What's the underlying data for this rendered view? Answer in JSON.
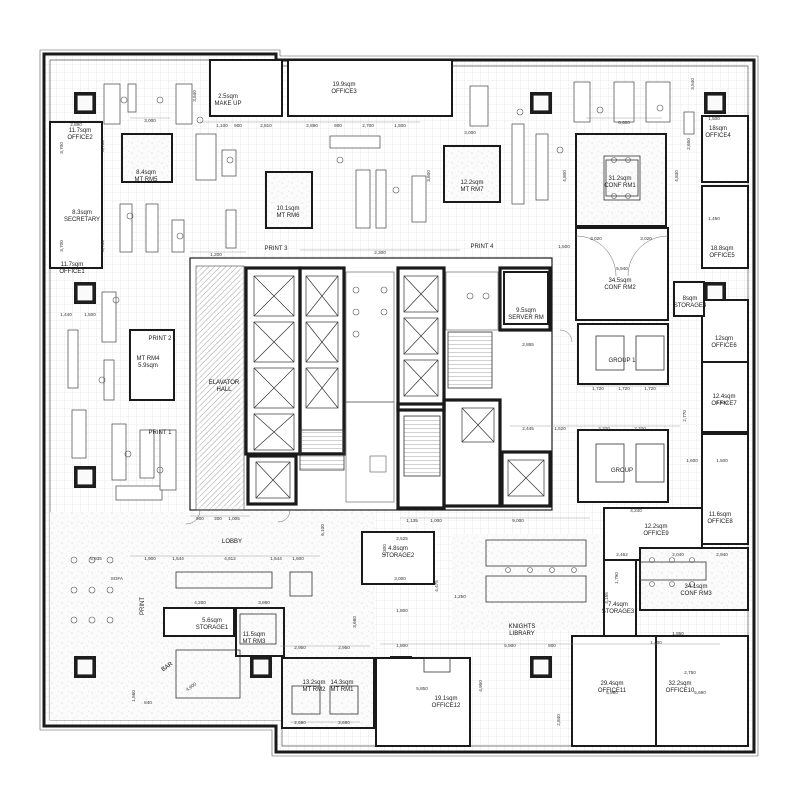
{
  "rooms": {
    "office1": [
      "11.7sqm",
      "OFFICE1"
    ],
    "office2": [
      "11.7sqm",
      "OFFICE2"
    ],
    "office3": [
      "19.9sqm",
      "OFFICE3"
    ],
    "office4": [
      "18sqm",
      "OFFICE4"
    ],
    "office5": [
      "18.8sqm",
      "OFFICE5"
    ],
    "office6": [
      "12sqm",
      "OFFICE6"
    ],
    "office7": [
      "12.4sqm",
      "OFFICE7"
    ],
    "office8": [
      "11.6sqm",
      "OFFICE8"
    ],
    "office9": [
      "12.2sqm",
      "OFFICE9"
    ],
    "office10": [
      "32.2sqm",
      "OFFICE10"
    ],
    "office11": [
      "29.4sqm",
      "OFFICE11"
    ],
    "office12": [
      "19.1sqm",
      "OFFICE12"
    ],
    "makeup": [
      "2.5sqm",
      "MAKE UP"
    ],
    "secretary": [
      "8.3sqm",
      "SECRETARY"
    ],
    "mtrm1": [
      "14.3sqm",
      "MT RM1"
    ],
    "mtrm2": [
      "13.2sqm",
      "MT RM2"
    ],
    "mtrm3": [
      "11.5sqm",
      "MT RM3"
    ],
    "mtrm4": [
      "MT RM4",
      "5.9sqm"
    ],
    "mtrm5": [
      "8.4sqm",
      "MT RM5"
    ],
    "mtrm6": [
      "10.1sqm",
      "MT RM6"
    ],
    "mtrm7": [
      "12.2sqm",
      "MT RM7"
    ],
    "conf1": [
      "31.2sqm",
      "CONF RM1"
    ],
    "conf2": [
      "34.5sqm",
      "CONF RM2"
    ],
    "conf3": [
      "34.1sqm",
      "CONF RM3"
    ],
    "server": [
      "9.5sqm",
      "SERVER RM"
    ],
    "storage1": [
      "5.6sqm",
      "STORAGE1"
    ],
    "storage2": [
      "4.8sqm",
      "STORAGE2"
    ],
    "storage3": [
      "7.4sqm",
      "STORAGE3"
    ],
    "storage4": [
      "8sqm",
      "STORAGE4"
    ]
  },
  "labels": {
    "elevator_hall": [
      "ELAVATOR",
      "HALL"
    ],
    "lobby": "LOBBY",
    "knights_library": [
      "KNIGHTS",
      "LIBRARY"
    ],
    "bar": "BAR",
    "group1": "GROUP 1",
    "group2": "GROUP",
    "print1": "PRINT 1",
    "print2": "PRINT 2",
    "print3": "PRINT 3",
    "print4": "PRINT 4",
    "print_lobby": "PRINT",
    "sofa": "SOFA"
  },
  "dimensions": [
    "3,540",
    "1,100",
    "900",
    "2,810",
    "2,890",
    "900",
    "2,700",
    "1,500",
    "3,000",
    "6,600",
    "3,540",
    "1,500",
    "2,890",
    "3,700",
    "3,750",
    "3,000",
    "3,600",
    "4,800",
    "4,830",
    "1,450",
    "2,650",
    "3,700",
    "3,750",
    "1,440",
    "1,500",
    "1,200",
    "2,300",
    "1,500",
    "3,020",
    "3,020",
    "5,940",
    "2,865",
    "1,720",
    "1,720",
    "1,720",
    "2,445",
    "1,520",
    "2,320",
    "2,320",
    "2,770",
    "1,600",
    "1,500",
    "1,500",
    "4,240",
    "1,135",
    "1,000",
    "9,000",
    "2,525",
    "3,000",
    "1,900",
    "1,544",
    "4,612",
    "1,544",
    "1,600",
    "5,935",
    "4,200",
    "3,980",
    "4,900",
    "1,800",
    "900",
    "5,900",
    "2,950",
    "2,950",
    "5,850",
    "5,980",
    "5,690",
    "2,750",
    "1,400",
    "2,690",
    "2,690",
    "1,560",
    "840",
    "1,850",
    "2,462",
    "2,040",
    "2,940",
    "3,680",
    "4,950",
    "2,840",
    "1,250",
    "1,800",
    "6,100",
    "4,475",
    "1,790",
    "4,155",
    "1,300",
    "900",
    "1,005",
    "300"
  ],
  "colors": {
    "wall": "#1a1a1a",
    "grid": "#d8d8d8",
    "floor_pattern": "#c9c9c9",
    "column": "#222222",
    "paper": "#ffffff"
  }
}
